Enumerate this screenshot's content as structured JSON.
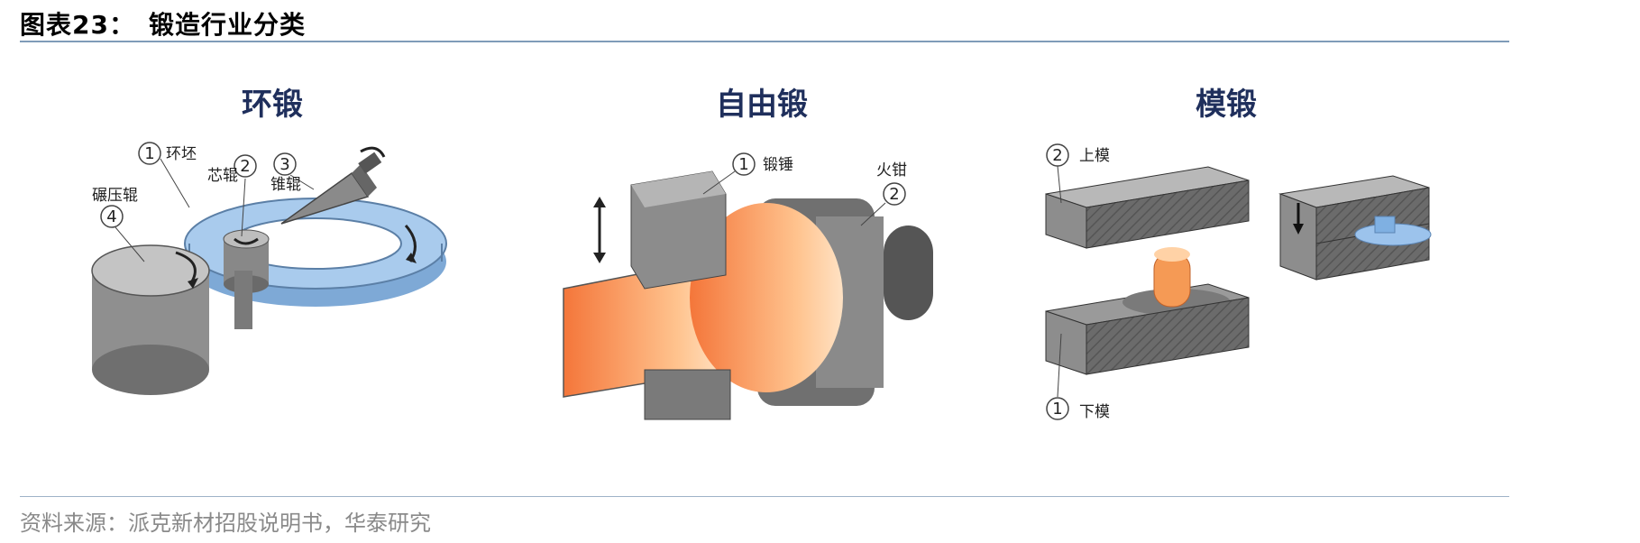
{
  "header": {
    "title": "图表23：　锻造行业分类"
  },
  "panels": [
    {
      "title": "环锻",
      "callouts": [
        {
          "num": "1",
          "label": "环坯"
        },
        {
          "num": "2",
          "label": "芯辊"
        },
        {
          "num": "3",
          "label": "锥辊"
        },
        {
          "num": "4",
          "label": "碾压辊"
        }
      ]
    },
    {
      "title": "自由锻",
      "callouts": [
        {
          "num": "1",
          "label": "锻锤"
        },
        {
          "num": "2",
          "label": "火钳"
        }
      ]
    },
    {
      "title": "模锻",
      "callouts": [
        {
          "num": "2",
          "label": "上模"
        },
        {
          "num": "1",
          "label": "下模"
        }
      ]
    }
  ],
  "footer": {
    "source": "资料来源：派克新材招股说明书，华泰研究"
  },
  "colors": {
    "rule": "#7f9bb8",
    "title": "#1f2f5c",
    "ring": "#9cc0e6",
    "hot": "#f58a4a",
    "steel": "#6e6e6e"
  }
}
